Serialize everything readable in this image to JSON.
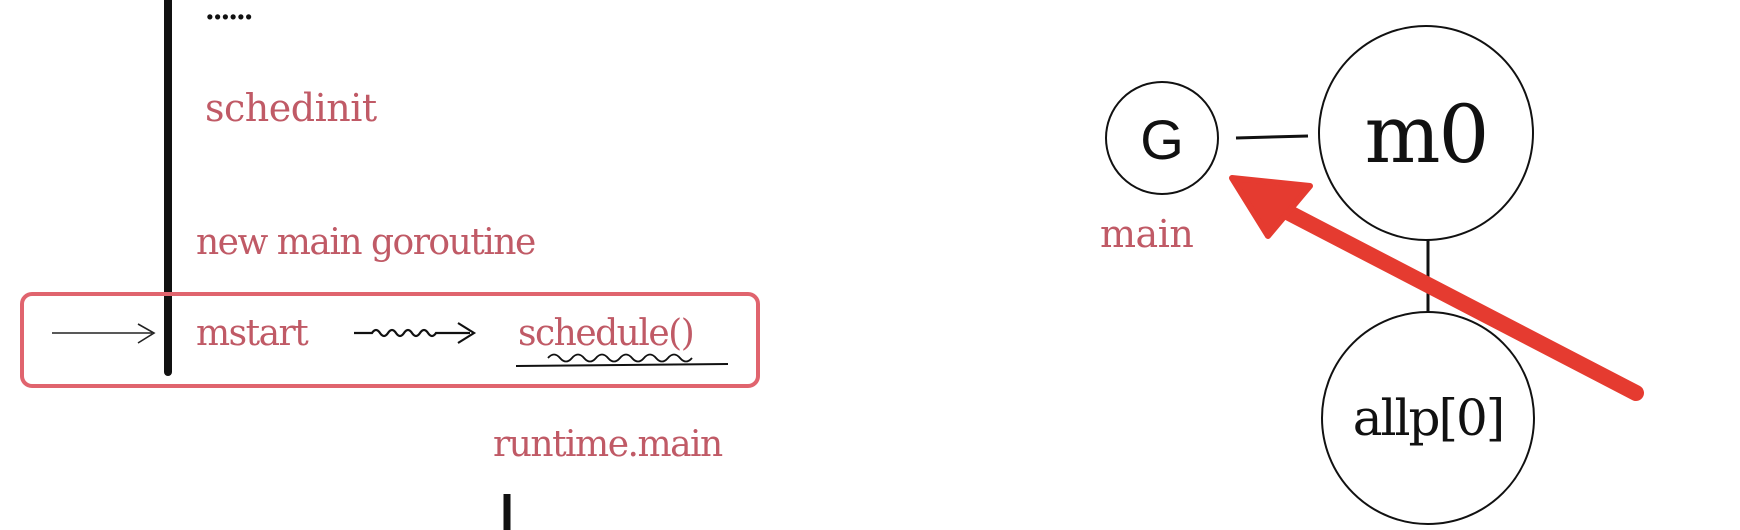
{
  "flow": {
    "ellipsis": "......",
    "step_schedinit": "schedinit",
    "step_new_goroutine": "new main goroutine",
    "step_mstart": "mstart",
    "step_schedule": "schedule()",
    "step_runtime_main": "runtime.main"
  },
  "graph": {
    "node_g": "G",
    "node_g_label": "main",
    "node_m0": "m0",
    "node_allp": "allp[0]"
  },
  "colors": {
    "label_red": "#c05a66",
    "highlight_box": "#e0646e",
    "arrow_red": "#e53b30",
    "ink": "#111111"
  }
}
